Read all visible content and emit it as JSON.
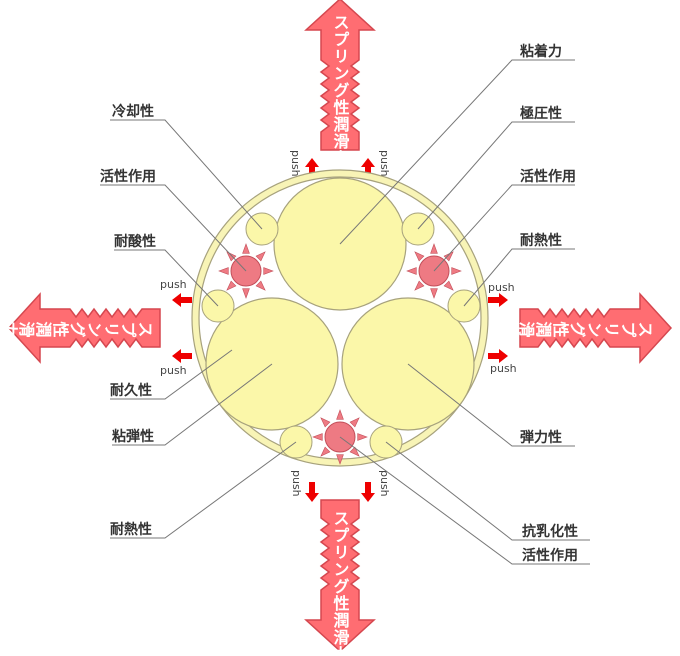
{
  "arrow_text": "スプリング性潤滑力",
  "push_label": "push",
  "labels_left": [
    "冷却性",
    "活性作用",
    "耐酸性",
    "耐久性",
    "粘弾性",
    "耐熱性"
  ],
  "labels_right": [
    "粘着力",
    "極圧性",
    "活性作用",
    "耐熱性",
    "弾力性",
    "抗乳化性",
    "活性作用"
  ],
  "colors": {
    "particle_fill": "#fbf7a9",
    "particle_stroke": "#a7a27d",
    "active_fill": "#ee7a83",
    "big_arrow": "#ff6d72",
    "push_arrow": "#ee0000"
  }
}
